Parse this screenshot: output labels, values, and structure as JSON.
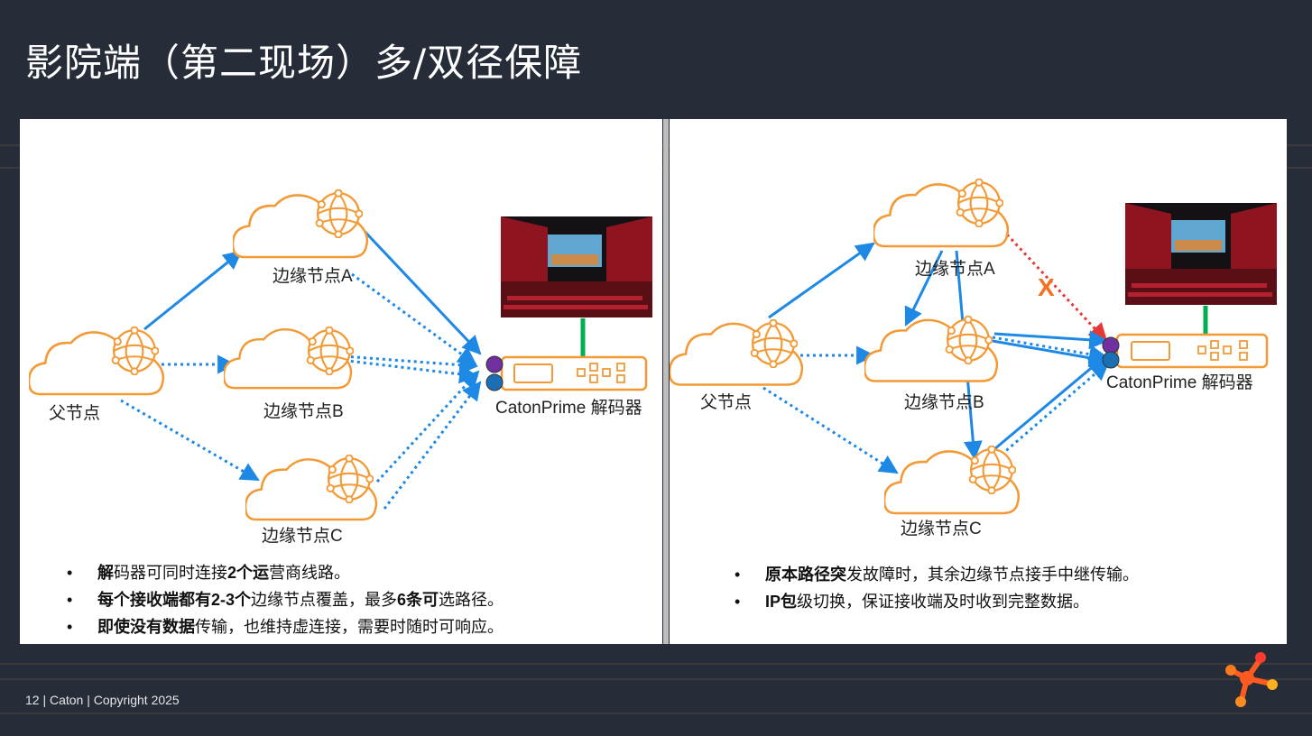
{
  "title": "影院端（第二现场）多/双径保障",
  "left": {
    "labels": {
      "parent": "父节点",
      "edge_a": "边缘节点A",
      "edge_b": "边缘节点B",
      "edge_c": "边缘节点C",
      "decoder": "CatonPrime 解码器"
    },
    "bullets": [
      {
        "bold": "解",
        "text": "码器可同时连接",
        "bold2": "2个运",
        "text2": "营商线路。"
      },
      {
        "bold": "每个接收端都有2-3个",
        "text": "边缘节点覆盖，最多",
        "bold2": "6条可",
        "text2": "选路径。"
      },
      {
        "bold": "即使没有数据",
        "text": "传输，也维持虚连接，需要时随时可响应。",
        "bold2": "",
        "text2": ""
      }
    ]
  },
  "right": {
    "labels": {
      "parent": "父节点",
      "edge_a": "边缘节点A",
      "edge_b": "边缘节点B",
      "edge_c": "边缘节点C",
      "decoder": "CatonPrime 解码器",
      "failure_mark": "X"
    },
    "bullets": [
      {
        "bold": "原本路径突",
        "text": "发故障时，其余边缘节点接手中继传输。",
        "bold2": "",
        "text2": ""
      },
      {
        "bold": "IP包",
        "text": "级切换，保证接收端及时收到完整数据。",
        "bold2": "",
        "text2": ""
      }
    ]
  },
  "footer": "12 | Caton | Copyright 2025",
  "colors": {
    "background": "#262c38",
    "cloud_stroke": "#f39a36",
    "path_blue": "#1e88e5",
    "failed_path_red": "#e53935",
    "link_green": "#00b050",
    "port_purple": "#7030a0",
    "port_blue": "#1b6fb5",
    "logo_orange": "#ff5a1f"
  },
  "icons": [
    "cloud-node-icon",
    "decoder-device-icon",
    "cinema-photo",
    "caton-logo-icon"
  ]
}
